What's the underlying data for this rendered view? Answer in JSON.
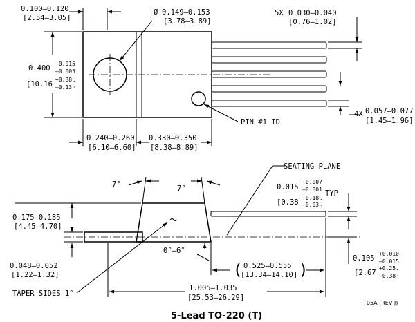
{
  "top_view": {
    "tab_width_in": "0.100–0.120",
    "tab_width_mm": "[2.54–3.05]",
    "hole_dia_symbol": "Ø",
    "hole_dia_in": "0.149–0.153",
    "hole_dia_mm": "[3.78–3.89]",
    "lead_width_prefix": "5X",
    "lead_width_in": "0.030–0.040",
    "lead_width_mm": "[0.76–1.02]",
    "height_nom": "0.400",
    "height_tol_plus": "+0.015",
    "height_tol_minus": "–0.005",
    "height_mm_nom": "[10.16",
    "height_mm_plus": "+0.38",
    "height_mm_minus": "–0.13",
    "height_mm_close": "]",
    "pitch_prefix": "4X",
    "pitch_in": "0.057–0.077",
    "pitch_mm": "[1.45–1.96]",
    "pin1_label": "PIN #1 ID",
    "dim_left_in": "0.240–0.260",
    "dim_left_mm": "[6.10–6.60]",
    "dim_right_in": "0.330–0.350",
    "dim_right_mm": "[8.38–8.89]"
  },
  "side_view": {
    "seating_plane_label": "SEATING PLANE",
    "angle_left": "7°",
    "angle_right": "7°",
    "lead_thk_nom": "0.015",
    "lead_thk_plus": "+0.007",
    "lead_thk_minus": "–0.001",
    "lead_thk_typ": "TYP",
    "lead_thk_mm_nom": "[0.38",
    "lead_thk_mm_plus": "+0.18",
    "lead_thk_mm_minus": "–0.03",
    "lead_thk_mm_close": "]",
    "body_h_in": "0.175–0.185",
    "body_h_mm": "[4.45–4.70]",
    "angle_range": "0°–6°",
    "tab_thk_in": "0.048–0.052",
    "tab_thk_mm": "[1.22–1.32]",
    "lead_len_open": "(",
    "lead_len_in": "0.525–0.555",
    "lead_len_mm": "[13.34–14.10]",
    "lead_len_close": ")",
    "standoff_nom": "0.105",
    "standoff_plus": "+0.010",
    "standoff_minus": "–0.015",
    "standoff_mm_nom": "[2.67",
    "standoff_mm_plus": "+0.25",
    "standoff_mm_minus": "–0.38",
    "standoff_mm_close": "]",
    "taper_label": "TAPER SIDES 1°",
    "overall_in": "1.005–1.035",
    "overall_mm": "[25.53–26.29]"
  },
  "footer": {
    "rev": "T05A (REV J)",
    "caption": "5-Lead TO-220 (T)"
  }
}
